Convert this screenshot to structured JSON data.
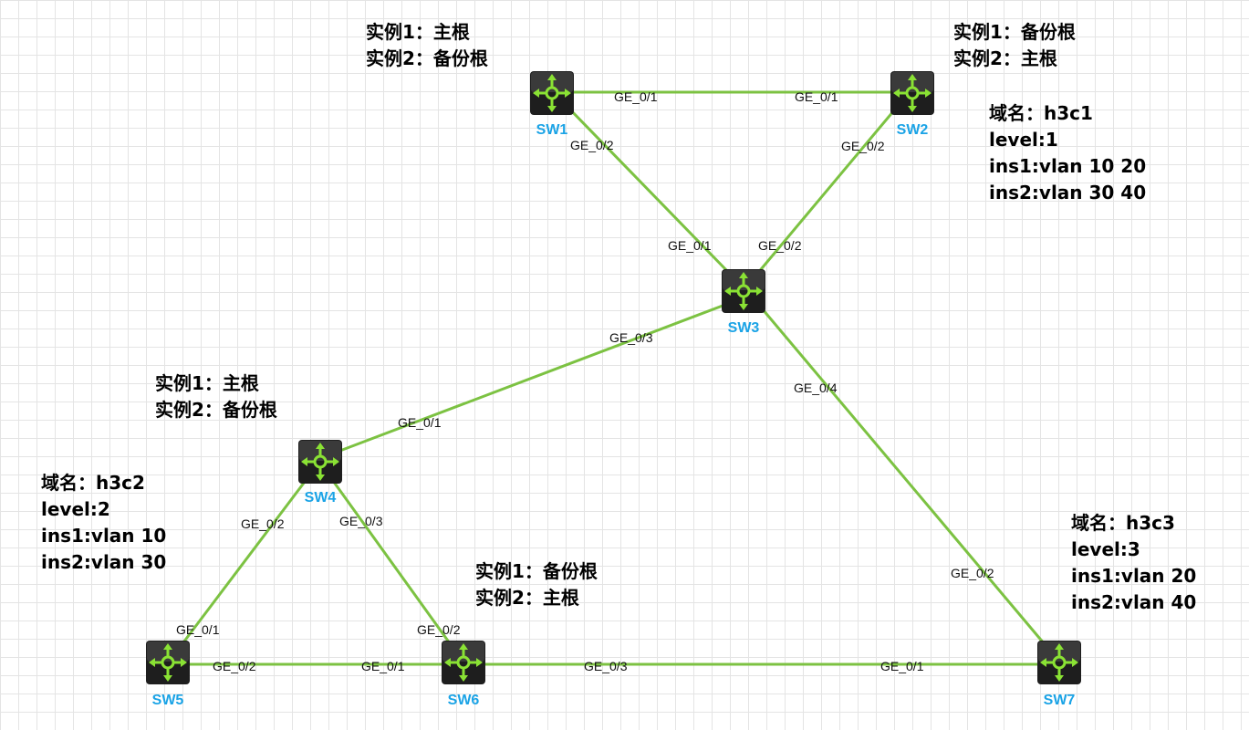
{
  "devices": {
    "sw1": {
      "name": "SW1",
      "icon": "l3-switch-icon"
    },
    "sw2": {
      "name": "SW2",
      "icon": "l3-switch-icon"
    },
    "sw3": {
      "name": "SW3",
      "icon": "l3-switch-icon"
    },
    "sw4": {
      "name": "SW4",
      "icon": "l3-switch-icon"
    },
    "sw5": {
      "name": "SW5",
      "icon": "l3-switch-icon"
    },
    "sw6": {
      "name": "SW6",
      "icon": "l3-switch-icon"
    },
    "sw7": {
      "name": "SW7",
      "icon": "l3-switch-icon"
    }
  },
  "links": [
    {
      "from": "SW1",
      "to": "SW2",
      "from_port": "GE_0/1",
      "to_port": "GE_0/1"
    },
    {
      "from": "SW1",
      "to": "SW3",
      "from_port": "GE_0/2",
      "to_port": "GE_0/1"
    },
    {
      "from": "SW2",
      "to": "SW3",
      "from_port": "GE_0/2",
      "to_port": "GE_0/2"
    },
    {
      "from": "SW3",
      "to": "SW4",
      "from_port": "GE_0/3",
      "to_port": "GE_0/1"
    },
    {
      "from": "SW3",
      "to": "SW7",
      "from_port": "GE_0/4",
      "to_port": "GE_0/2"
    },
    {
      "from": "SW4",
      "to": "SW5",
      "from_port": "GE_0/2",
      "to_port": "GE_0/1"
    },
    {
      "from": "SW4",
      "to": "SW6",
      "from_port": "GE_0/3",
      "to_port": "GE_0/2"
    },
    {
      "from": "SW5",
      "to": "SW6",
      "from_port": "GE_0/2",
      "to_port": "GE_0/1"
    },
    {
      "from": "SW6",
      "to": "SW7",
      "from_port": "GE_0/3",
      "to_port": "GE_0/1"
    }
  ],
  "annotations": {
    "sw1_roles": {
      "line1": "实例1：主根",
      "line2": "实例2：备份根"
    },
    "sw2_roles": {
      "line1": "实例1：备份根",
      "line2": "实例2：主根"
    },
    "sw4_roles": {
      "line1": "实例1：主根",
      "line2": "实例2：备份根"
    },
    "sw6_roles": {
      "line1": "实例1：备份根",
      "line2": "实例2：主根"
    },
    "region1": {
      "line1": "域名：h3c1",
      "line2": "level:1",
      "line3": "ins1:vlan 10 20",
      "line4": "ins2:vlan 30 40"
    },
    "region2": {
      "line1": "域名：h3c2",
      "line2": "level:2",
      "line3": "ins1:vlan 10",
      "line4": "ins2:vlan 30"
    },
    "region3": {
      "line1": "域名：h3c3",
      "line2": "level:3",
      "line3": "ins1:vlan 20",
      "line4": "ins2:vlan 40"
    }
  },
  "colors": {
    "link": "#7cc242",
    "device_label": "#1aa3e6",
    "icon_arrows": "#8ae234",
    "device_body": "#1e1e1e"
  }
}
